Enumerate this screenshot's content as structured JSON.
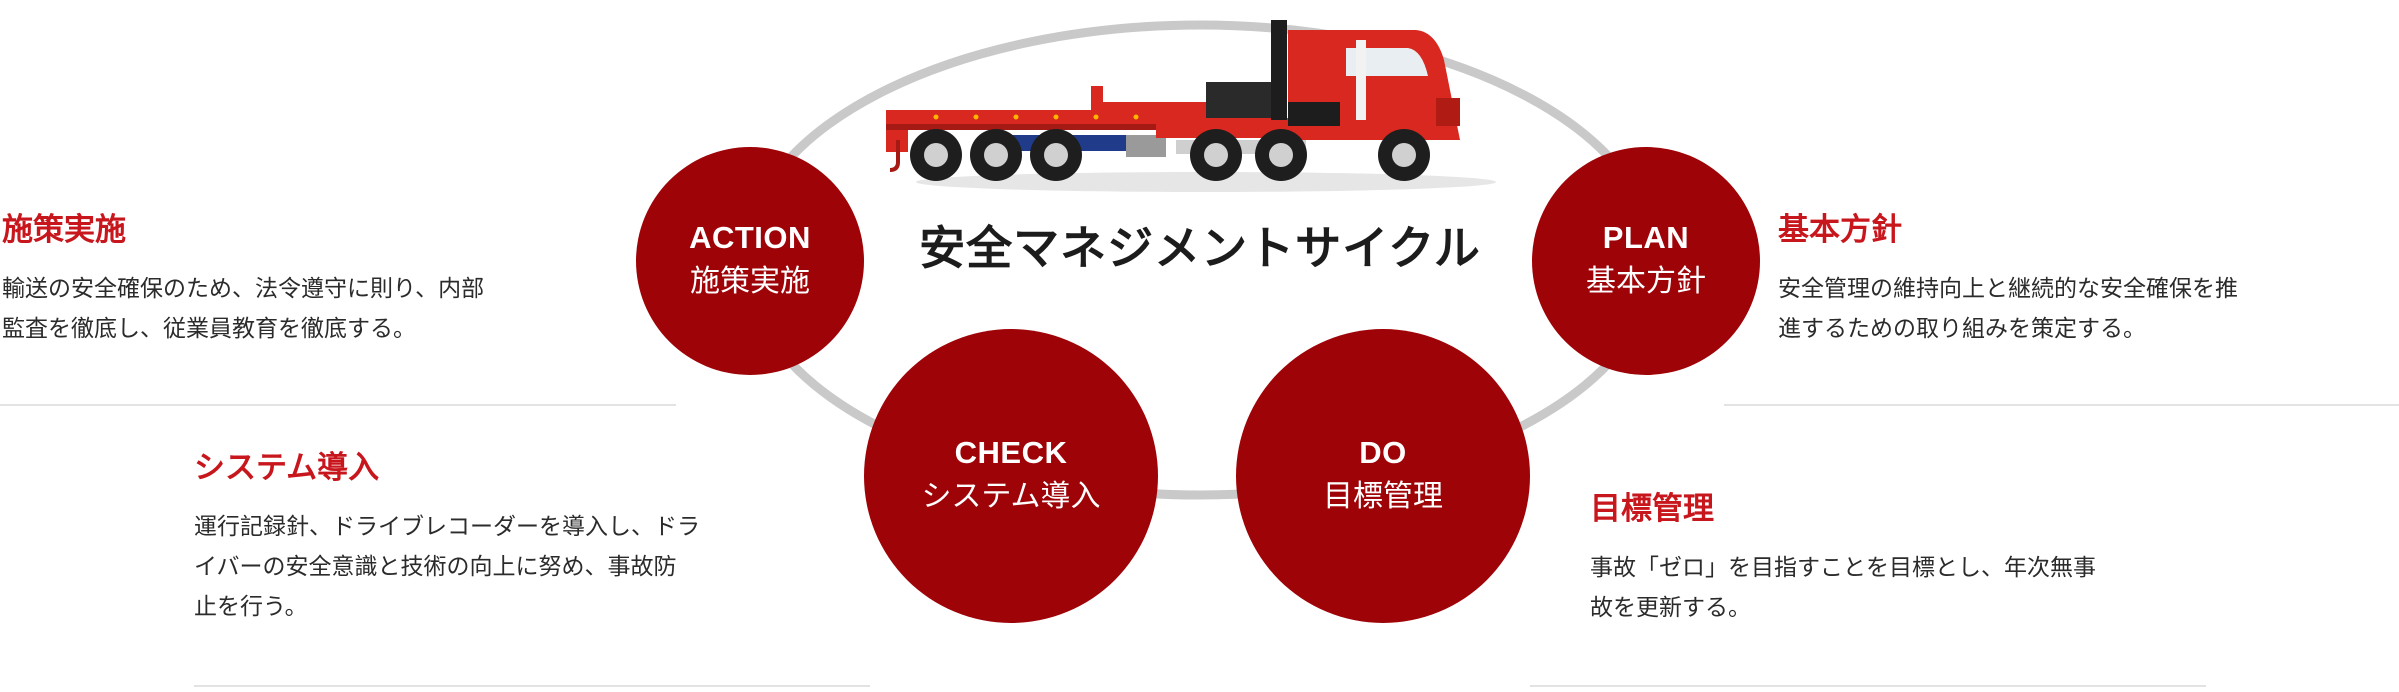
{
  "center_title": "安全マネジメントサイクル",
  "cycle": {
    "action": {
      "en": "ACTION",
      "ja": "施策実施"
    },
    "plan": {
      "en": "PLAN",
      "ja": "基本方針"
    },
    "check": {
      "en": "CHECK",
      "ja": "システム導入"
    },
    "do": {
      "en": "DO",
      "ja": "目標管理"
    }
  },
  "descriptions": {
    "action": {
      "heading": "施策実施",
      "lines": [
        "輸送の安全確保のため、法令遵守に則り、内部",
        "監査を徹底し、従業員教育を徹底する。"
      ]
    },
    "plan": {
      "heading": "基本方針",
      "lines": [
        "安全管理の維持向上と継続的な安全確保を推",
        "進するための取り組みを策定する。"
      ]
    },
    "check": {
      "heading": "システム導入",
      "lines": [
        "運行記録針、ドライブレコーダーを導入し、ドラ",
        "イバーの安全意識と技術の向上に努め、事故防",
        "止を行う。"
      ]
    },
    "do": {
      "heading": "目標管理",
      "lines": [
        "事故「ゼロ」を目指すことを目標とし、年次無事",
        "故を更新する。"
      ]
    }
  },
  "colors": {
    "circle": "#9e0308",
    "heading": "#c8161d",
    "ring": "#c9c9c9",
    "truck_red": "#d8281f"
  },
  "illustration": "red-low-bed-trailer-truck"
}
